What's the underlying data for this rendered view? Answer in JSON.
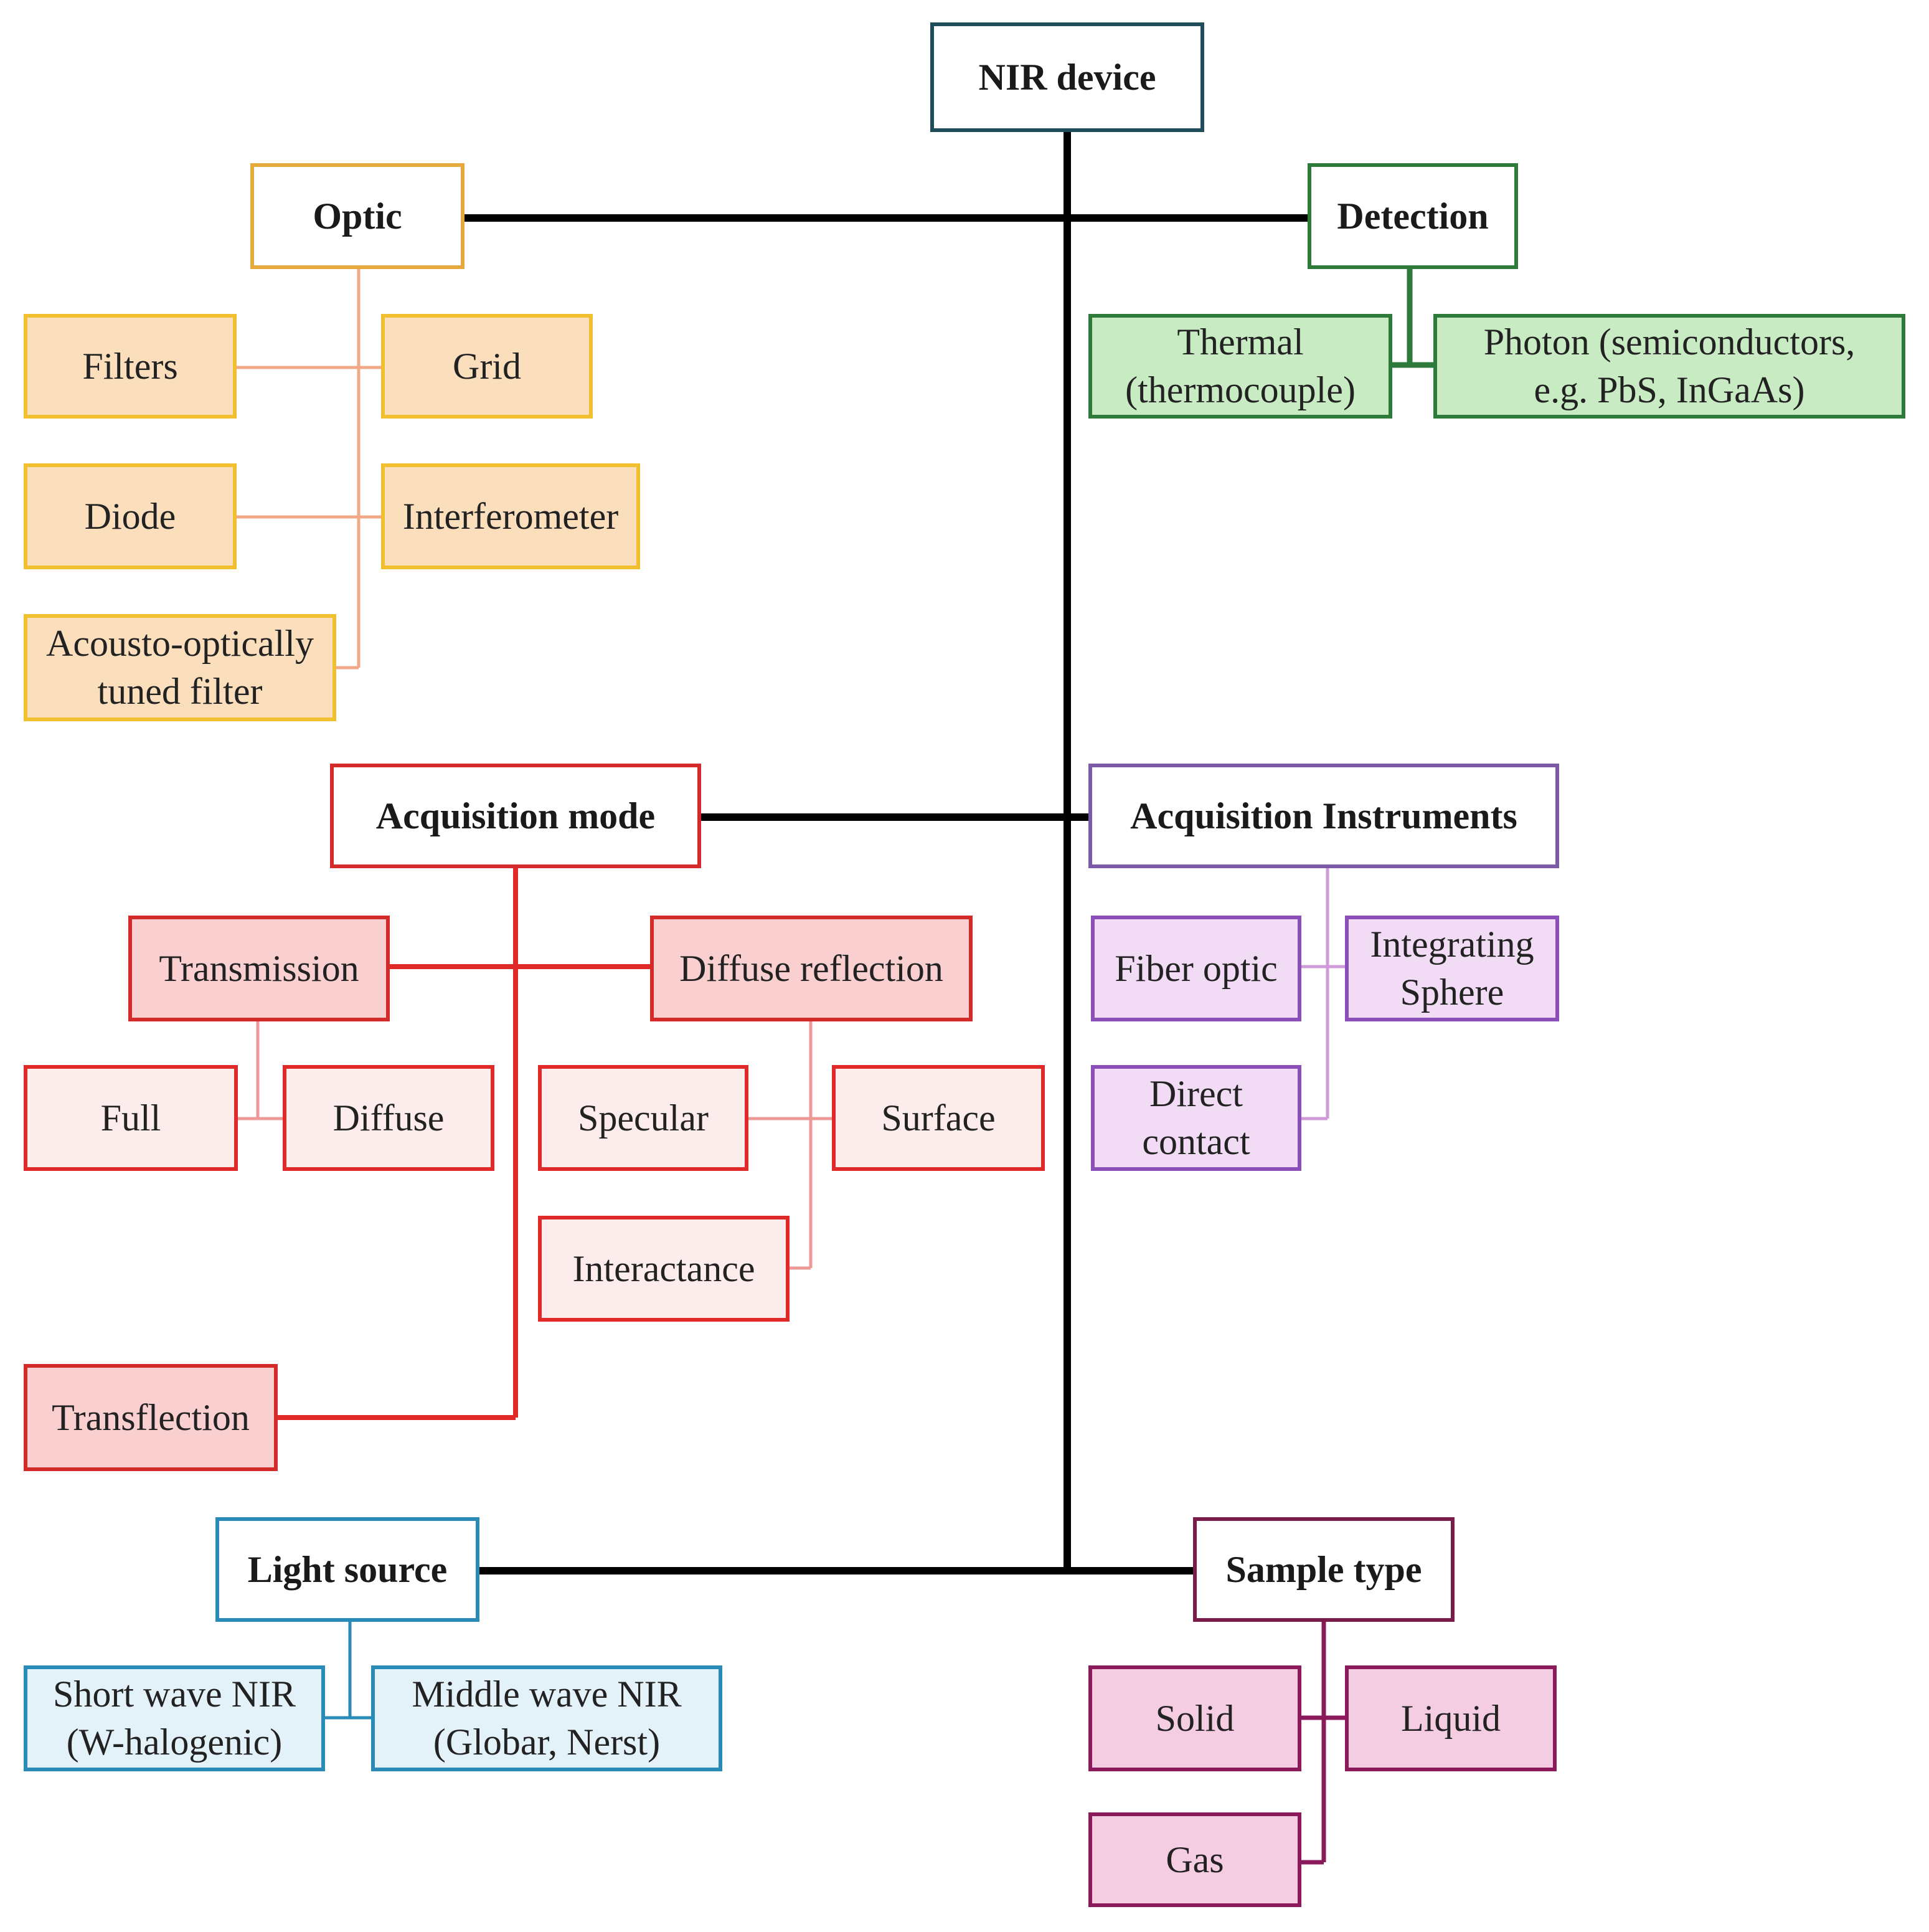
{
  "nodes": {
    "nir_device": "NIR device",
    "optic": "Optic",
    "filters": "Filters",
    "grid": "Grid",
    "diode": "Diode",
    "interferometer": "Interferometer",
    "aotf": [
      "Acousto-optically",
      "tuned filter"
    ],
    "detection": "Detection",
    "thermal": [
      "Thermal",
      "(thermocouple)"
    ],
    "photon": [
      "Photon (semiconductors,",
      "e.g. PbS, InGaAs)"
    ],
    "acquisition_mode": "Acquisition mode",
    "transmission": "Transmission",
    "diffuse_reflection": "Diffuse reflection",
    "full": "Full",
    "diffuse": "Diffuse",
    "specular": "Specular",
    "surface": "Surface",
    "interactance": "Interactance",
    "transflection": "Transflection",
    "acquisition_instruments": "Acquisition Instruments",
    "fiber_optic": "Fiber optic",
    "integrating_sphere": [
      "Integrating",
      "Sphere"
    ],
    "direct_contact": [
      "Direct",
      "contact"
    ],
    "light_source": "Light source",
    "short_wave": [
      "Short wave NIR",
      "(W-halogenic)"
    ],
    "middle_wave": [
      "Middle wave NIR",
      "(Globar, Nerst)"
    ],
    "sample_type": "Sample type",
    "solid": "Solid",
    "liquid": "Liquid",
    "gas": "Gas"
  },
  "colors": {
    "trunk": "#000000",
    "optic": "#e6a93c",
    "optic_fill": "#fbdfbd",
    "detection": "#2e7a3a",
    "detection_fill": "#c9ebc3",
    "acquisition_mode": "#d32a2a",
    "acquisition_fill": "#f9cfcf",
    "acquisition_light_fill": "#fdecec",
    "acquisition_instruments": "#8a4fb8",
    "instruments_fill": "#f2dcf5",
    "light_source": "#2a8ab8",
    "light_fill": "#e3f1f8",
    "sample_type": "#7a1c4a",
    "sample_fill": "#f5cde3"
  }
}
